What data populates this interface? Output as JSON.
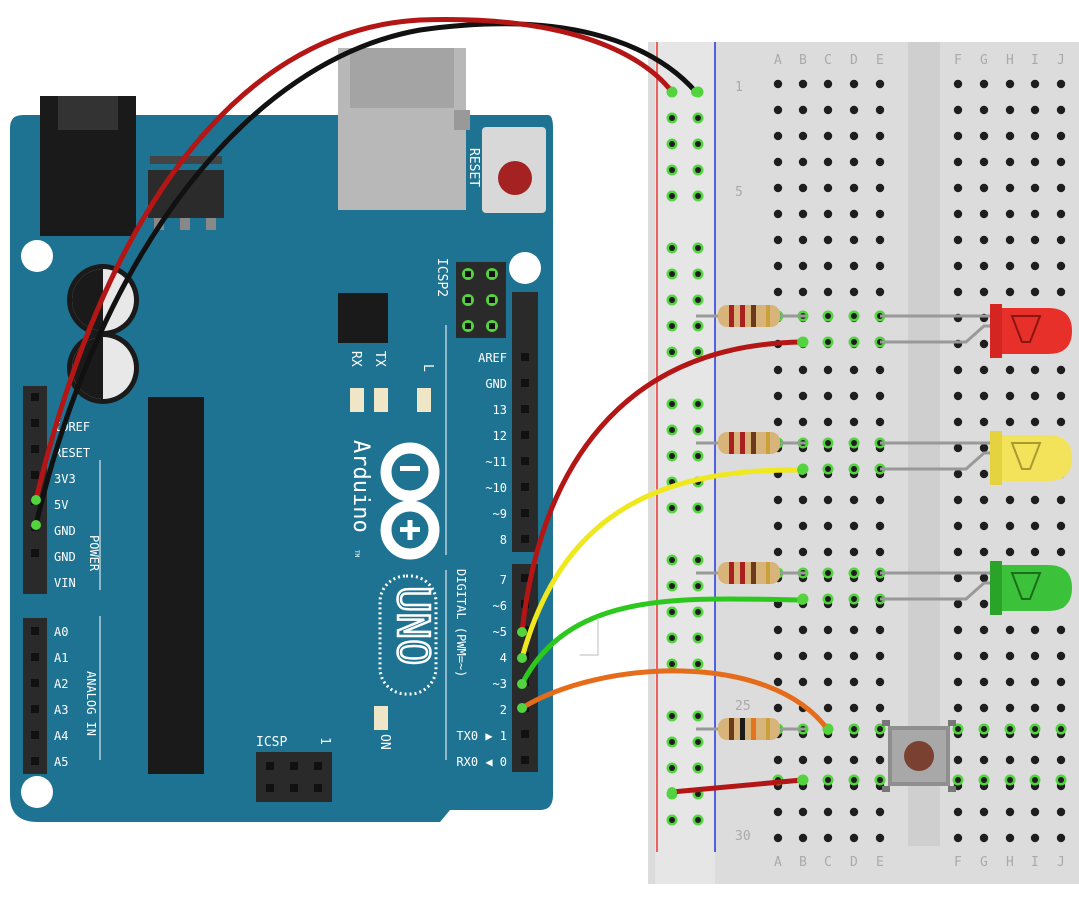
{
  "board": {
    "reset": "RESET",
    "icsp2": "ICSP2",
    "icsp": "ICSP",
    "icsp_one": "1",
    "rx": "RX",
    "tx": "TX",
    "l": "L",
    "on": "ON",
    "brand": "Arduino",
    "tm": "TM",
    "model": "UNO",
    "power": "POWER",
    "analog": "ANALOG IN",
    "digital": "DIGITAL (PWM=~)",
    "power_pins": [
      "IOREF",
      "RESET",
      "3V3",
      "5V",
      "GND",
      "GND",
      "VIN"
    ],
    "analog_pins": [
      "A0",
      "A1",
      "A2",
      "A3",
      "A4",
      "A5"
    ],
    "digital_top": [
      "AREF",
      "GND",
      "13",
      "12",
      "~11",
      "~10",
      "~9",
      "8"
    ],
    "digital_bottom": [
      "7",
      "~6",
      "~5",
      "4",
      "~3",
      "2",
      "TX0 ▶ 1",
      "RX0 ◀ 0"
    ]
  },
  "breadboard": {
    "columns_left": [
      "A",
      "B",
      "C",
      "D",
      "E"
    ],
    "columns_right": [
      "F",
      "G",
      "H",
      "I",
      "J"
    ],
    "row_markers": [
      "1",
      "5",
      "25",
      "30"
    ]
  },
  "components": {
    "leds": [
      {
        "name": "red",
        "color": "#e8302a"
      },
      {
        "name": "yellow",
        "color": "#f3e35a"
      },
      {
        "name": "green",
        "color": "#3cc23a"
      }
    ],
    "resistor_count": 4,
    "button": "pushbutton"
  },
  "colors": {
    "board": "#1e7393",
    "wire_red": "#b41616",
    "wire_black": "#1a1a1a",
    "wire_yellow": "#f0e81e",
    "wire_green": "#2cc81e",
    "wire_orange": "#e56c1a"
  }
}
